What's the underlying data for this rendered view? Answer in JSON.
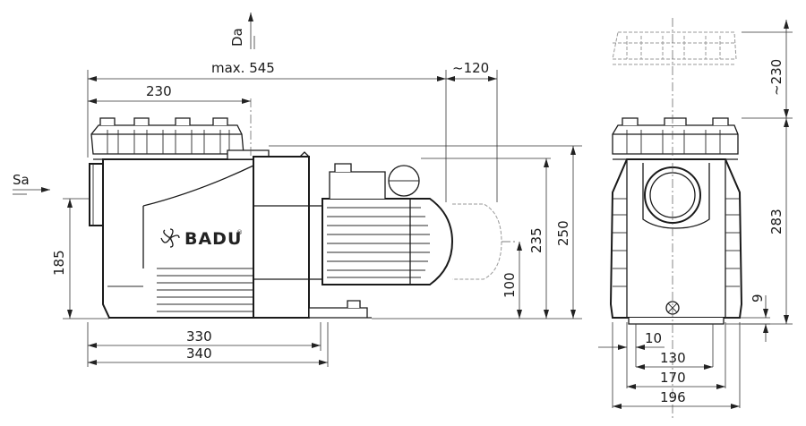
{
  "brand": {
    "name": "BADU",
    "registered": "®"
  },
  "labels": {
    "discharge": "Da",
    "suction": "Sa"
  },
  "dimensions": {
    "max_length": "max. 545",
    "motor_removal": "~120",
    "to_discharge_axis": "230",
    "suction_height": "185",
    "length_330": "330",
    "length_340": "340",
    "height_235": "235",
    "height_250": "250",
    "shaft_height": "100",
    "lid_removal": "~230",
    "total_height": "283",
    "foot_height": "9",
    "foot_10": "10",
    "width_130": "130",
    "width_170": "170",
    "width_196": "196"
  },
  "colors": {
    "line": "#1a1a1a",
    "hidden": "#9a9a9a"
  }
}
